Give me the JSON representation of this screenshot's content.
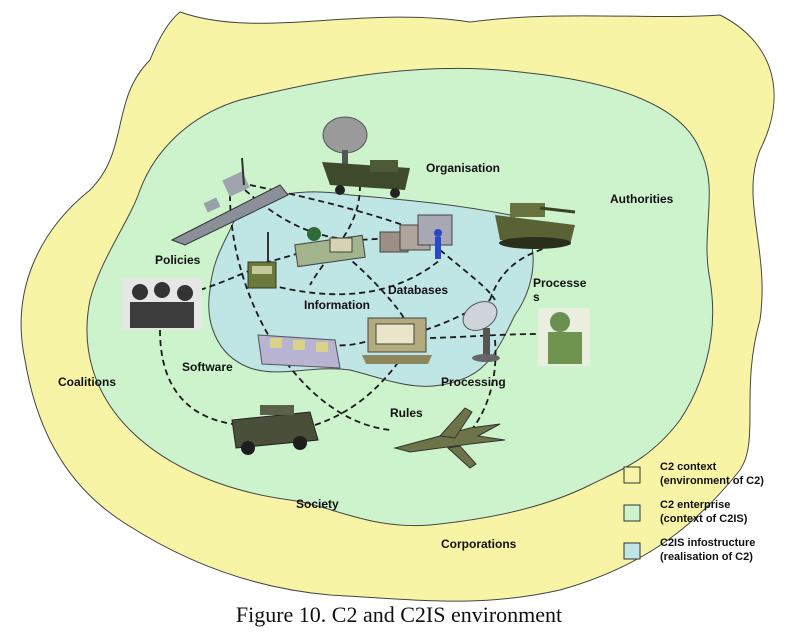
{
  "figure": {
    "caption": "Figure 10. C2 and C2IS environment"
  },
  "regions": {
    "outer": {
      "color": "#f7f4a6"
    },
    "middle": {
      "color": "#ccf3cb"
    },
    "inner": {
      "color": "#bfe6e4"
    }
  },
  "labels": {
    "organisation": "Organisation",
    "authorities": "Authorities",
    "policies": "Policies",
    "processes_line1": "Processe",
    "processes_line2": "s",
    "information": "Information",
    "databases": "Databases",
    "software": "Software",
    "processing": "Processing",
    "coalitions": "Coalitions",
    "rules": "Rules",
    "society": "Society",
    "corporations": "Corporations"
  },
  "legend": {
    "items": [
      {
        "color": "#f7f4a6",
        "line1": "C2 context",
        "line2": "(environment of C2)"
      },
      {
        "color": "#ccf3cb",
        "line1": "C2 enterprise",
        "line2": "(context of C2IS)"
      },
      {
        "color": "#bfe6e4",
        "line1": "C2IS infostructure",
        "line2": "(realisation of C2)"
      }
    ]
  },
  "icons": [
    "radar-vehicle-icon",
    "warship-icon",
    "tank-icon",
    "radio-icon",
    "computer-operator-icon",
    "server-room-icon",
    "soldiers-group-icon",
    "satellite-dish-icon",
    "soldier-binoculars-icon",
    "workstations-icon",
    "computer-terminal-icon",
    "humvee-icon",
    "fighter-jet-icon"
  ]
}
